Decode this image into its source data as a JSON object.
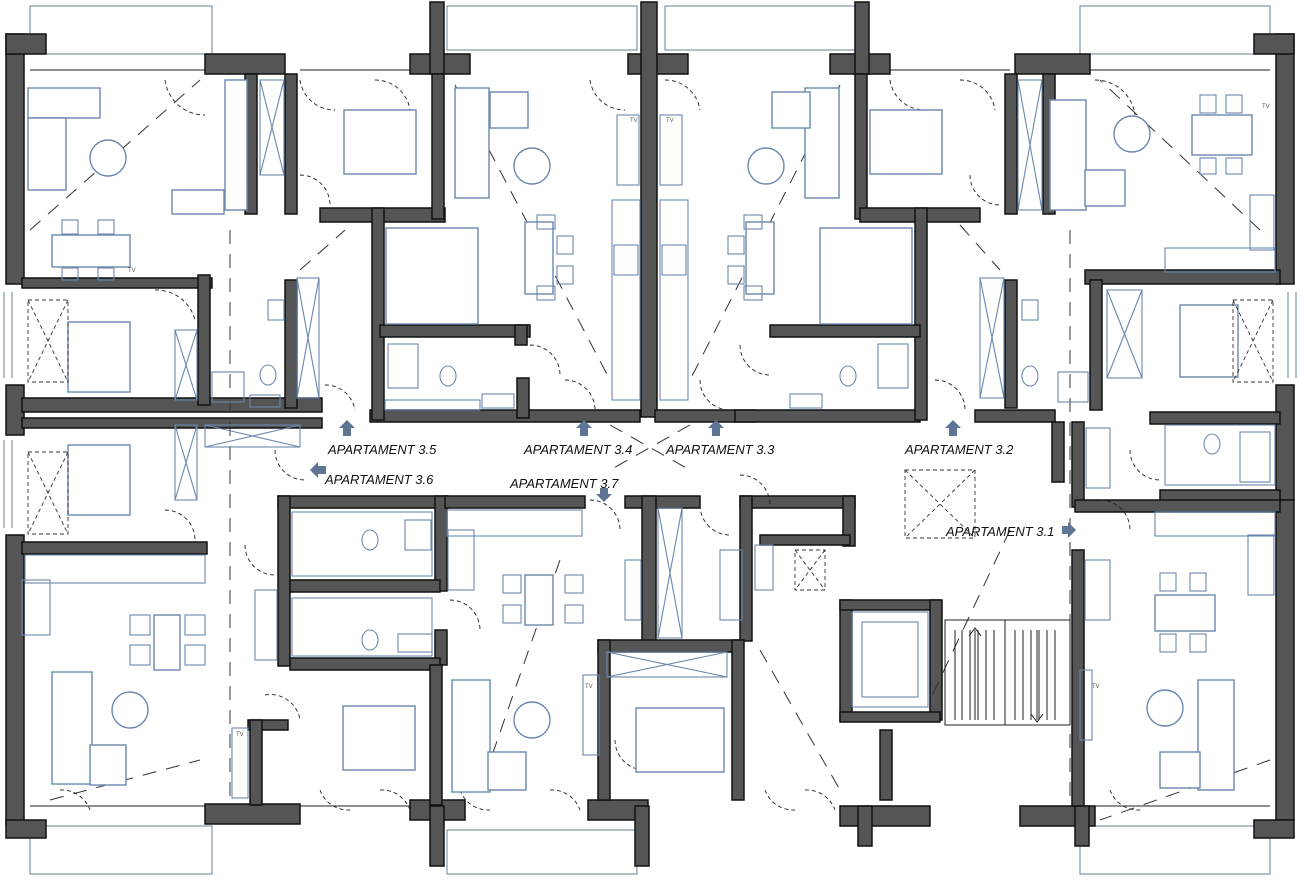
{
  "apartments": [
    {
      "label": "APARTAMENT 3.1"
    },
    {
      "label": "APARTAMENT 3.2"
    },
    {
      "label": "APARTAMENT 3.3"
    },
    {
      "label": "APARTAMENT 3.4"
    },
    {
      "label": "APARTAMENT 3.5"
    },
    {
      "label": "APARTAMENT 3.6"
    },
    {
      "label": "APARTAMENT 3.7"
    }
  ],
  "tv_mark": "TV",
  "colors": {
    "wall": "#555555",
    "furniture": "#6b87ad",
    "arrow": "#5e7693"
  }
}
